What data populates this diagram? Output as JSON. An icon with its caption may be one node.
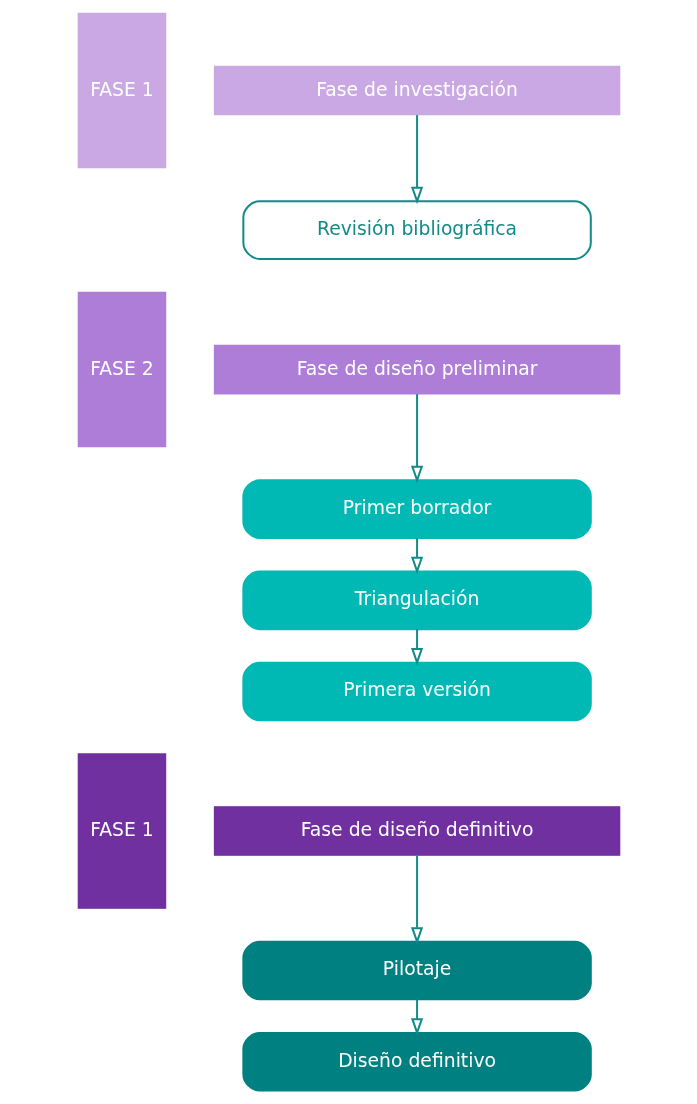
{
  "diagram": {
    "nodes": [
      {
        "text": [
          "FASE 1"
        ]
      },
      {
        "text": [
          "Fase de investigación"
        ]
      },
      {
        "text": [
          "Revisión bibliográfica"
        ]
      },
      {
        "text": [
          "FASE 2"
        ]
      },
      {
        "text": [
          "Fase de diseño preliminar"
        ]
      },
      {
        "text": [
          "Primer borrador"
        ]
      },
      {
        "text": [
          "Triangulación"
        ]
      },
      {
        "text": [
          "Primera versión"
        ]
      },
      {
        "text": [
          "FASE 1"
        ]
      },
      {
        "text": [
          "Fase de diseño definitivo"
        ]
      },
      {
        "text": [
          "Pilotaje"
        ]
      },
      {
        "text": [
          "Diseño definitivo"
        ]
      }
    ],
    "edges": [
      {
        "from": 1,
        "to": 2,
        "arrow": "to"
      },
      {
        "from": 4,
        "to": 5,
        "arrow": "to"
      },
      {
        "from": 5,
        "to": 6,
        "arrow": "to"
      },
      {
        "from": 6,
        "to": 7,
        "arrow": "to"
      },
      {
        "from": 9,
        "to": 10,
        "arrow": "to"
      },
      {
        "from": 10,
        "to": 11,
        "arrow": "to"
      }
    ]
  }
}
